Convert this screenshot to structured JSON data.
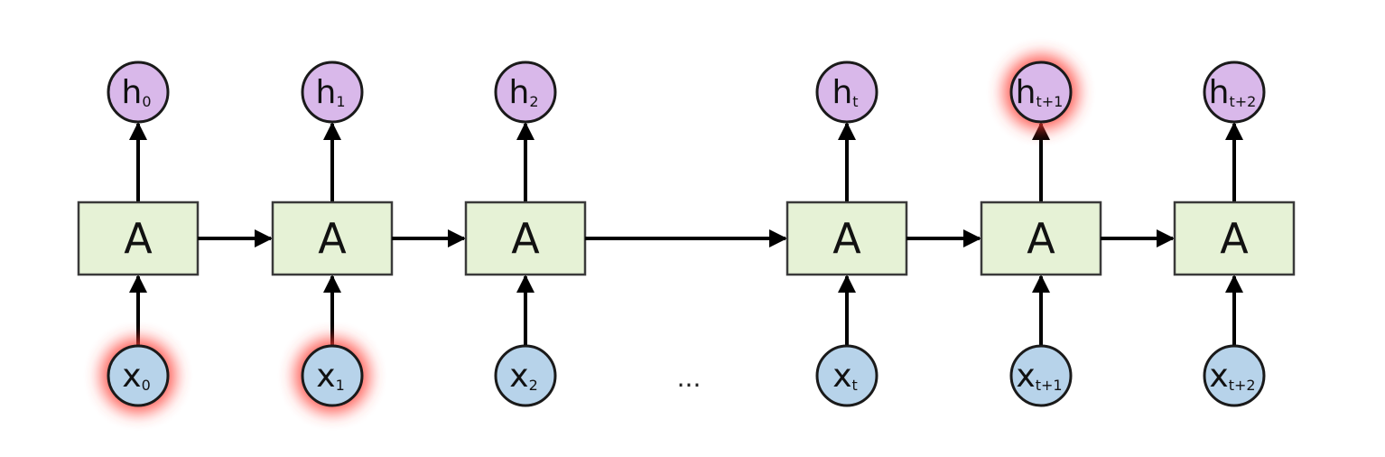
{
  "diagram": {
    "cell_label": "A",
    "ellipsis": "...",
    "colors": {
      "cell_fill": "#e6f2d6",
      "output_fill": "#d9b8ea",
      "input_fill": "#b7d3ea",
      "highlight_glow": "#ff3b30"
    },
    "steps": [
      {
        "output": {
          "main": "h",
          "sub": "0"
        },
        "input": {
          "main": "x",
          "sub": "0"
        },
        "output_highlighted": false,
        "input_highlighted": true
      },
      {
        "output": {
          "main": "h",
          "sub": "1"
        },
        "input": {
          "main": "x",
          "sub": "1"
        },
        "output_highlighted": false,
        "input_highlighted": true
      },
      {
        "output": {
          "main": "h",
          "sub": "2"
        },
        "input": {
          "main": "x",
          "sub": "2"
        },
        "output_highlighted": false,
        "input_highlighted": false
      },
      {
        "output": {
          "main": "h",
          "sub": "t"
        },
        "input": {
          "main": "x",
          "sub": "t"
        },
        "output_highlighted": false,
        "input_highlighted": false
      },
      {
        "output": {
          "main": "h",
          "sub": "t+1"
        },
        "input": {
          "main": "x",
          "sub": "t+1"
        },
        "output_highlighted": true,
        "input_highlighted": false
      },
      {
        "output": {
          "main": "h",
          "sub": "t+2"
        },
        "input": {
          "main": "x",
          "sub": "t+2"
        },
        "output_highlighted": false,
        "input_highlighted": false
      }
    ]
  }
}
